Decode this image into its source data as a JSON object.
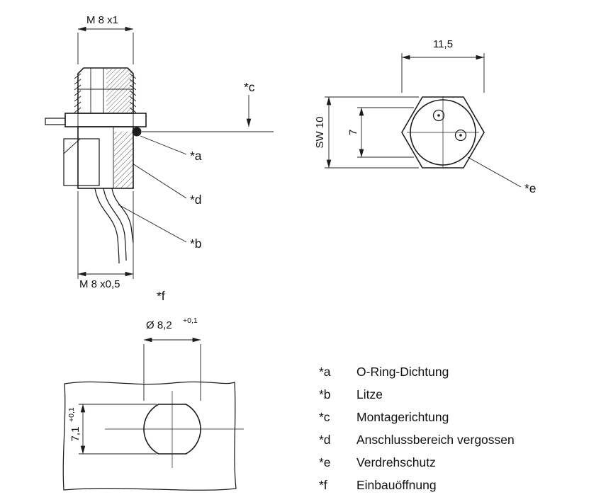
{
  "colors": {
    "ink": "#1c1c1c",
    "background": "#ffffff"
  },
  "side_view": {
    "dim_top": "M 8 x1",
    "dim_bottom": "M 8 x0,5",
    "callout_a": "*a",
    "callout_b": "*b",
    "callout_c": "*c",
    "callout_d": "*d",
    "callout_f": "*f"
  },
  "front_view": {
    "dim_across_corners": "11,5",
    "dim_wrench": "SW 10",
    "dim_inner": "7",
    "callout_e": "*e"
  },
  "hole_view": {
    "dim_diameter": "Ø 8,2",
    "dim_diameter_tolerance": "+0,1",
    "dim_height": "7,1",
    "dim_height_tolerance": "+0,1"
  },
  "legend": {
    "items": [
      {
        "key": "*a",
        "label": "O-Ring-Dichtung"
      },
      {
        "key": "*b",
        "label": "Litze"
      },
      {
        "key": "*c",
        "label": "Montagerichtung"
      },
      {
        "key": "*d",
        "label": "Anschlussbereich vergossen"
      },
      {
        "key": "*e",
        "label": "Verdrehschutz"
      },
      {
        "key": "*f",
        "label": "Einbauöffnung"
      }
    ]
  }
}
